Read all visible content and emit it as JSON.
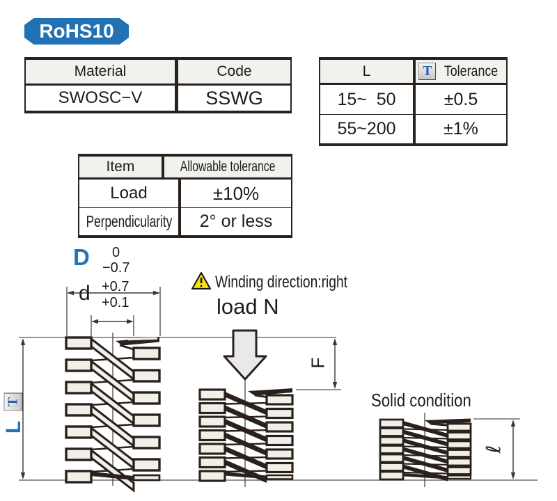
{
  "badge": {
    "label": "RoHS10"
  },
  "material_table": {
    "headers": [
      "Material",
      "Code"
    ],
    "row": [
      "SWOSC−V",
      "SSWG"
    ]
  },
  "l_table": {
    "header_l": "L",
    "header_tolerance": "Tolerance",
    "tolerance_icon": "T",
    "rows": [
      {
        "range": "15~  50",
        "tolerance": "±0.5"
      },
      {
        "range": "55~200",
        "tolerance": "±1%"
      }
    ]
  },
  "item_table": {
    "headers": [
      "Item",
      "Allowable tolerance"
    ],
    "rows": [
      {
        "item": "Load",
        "tolerance": "±10%"
      },
      {
        "item": "Perpendicularity",
        "tolerance": "2° or less"
      }
    ]
  },
  "diagram": {
    "dim_D": {
      "label": "D",
      "tol_upper": "0",
      "tol_lower": "−0.7"
    },
    "dim_d": {
      "label": "d",
      "tol_upper": "+0.7",
      "tol_lower": "+0.1"
    },
    "warning_text": "Winding direction:right",
    "load_label": "load N",
    "dim_F": "F",
    "dim_L": "L",
    "dim_T_icon": "T",
    "solid_label": "Solid condition",
    "dim_solid_length": "ℓ"
  },
  "colors": {
    "accent_blue": "#2171b5",
    "line_dark": "#2b211c",
    "warning_yellow": "#ffe20a",
    "coil_fill": "#f0efe8"
  }
}
